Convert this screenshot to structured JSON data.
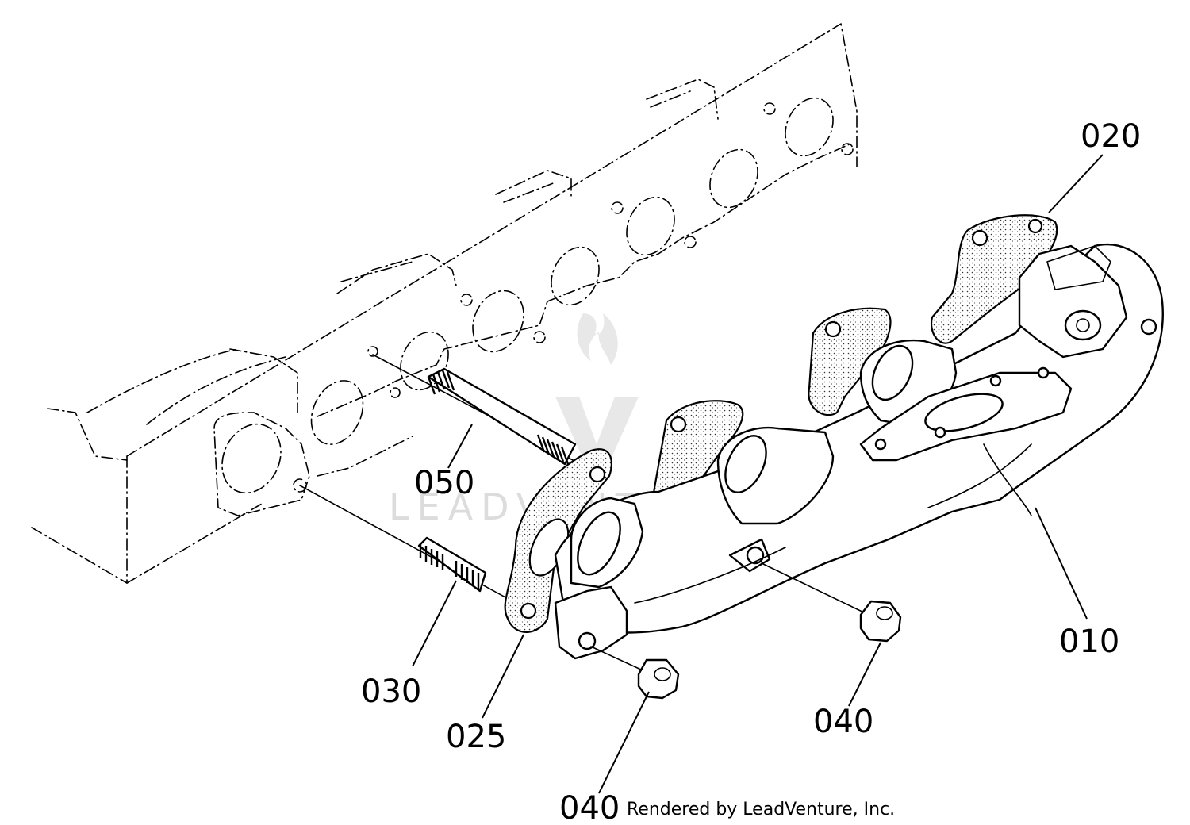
{
  "callouts": {
    "p010": "010",
    "p020": "020",
    "p025": "025",
    "p030": "030",
    "p040a": "040",
    "p040b": "040",
    "p050": "050"
  },
  "credit": "Rendered by LeadVenture, Inc.",
  "watermark": "LEADVENTURE",
  "colors": {
    "line": "#000000",
    "background": "#ffffff",
    "watermark": "#d9d9d9"
  }
}
